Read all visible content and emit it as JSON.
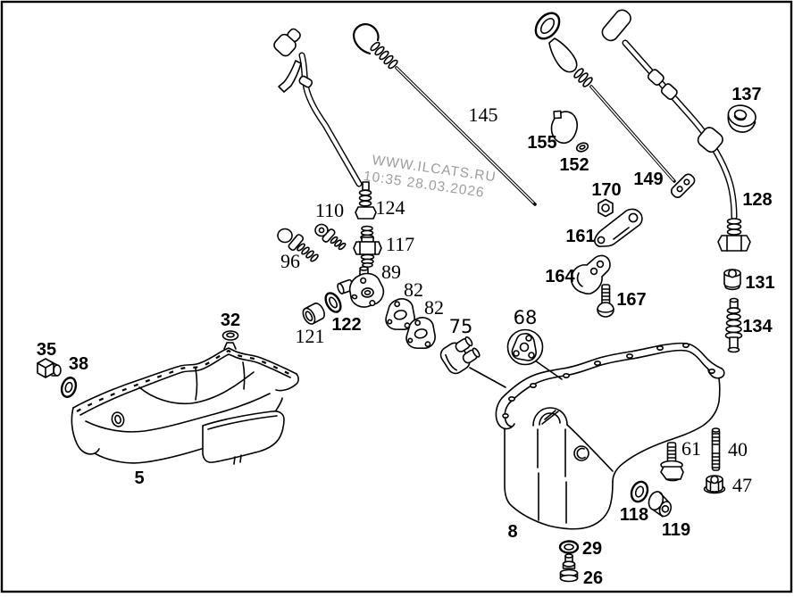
{
  "window": {
    "background": "#ffffff",
    "border_color": "#000000"
  },
  "watermark": {
    "line1": "WWW.ILCATS.RU",
    "line2": "10:35 28.03.2026",
    "color": "#9d9d9d"
  },
  "labels": [
    {
      "part": "145",
      "text": "145"
    },
    {
      "part": "110",
      "text": "110"
    },
    {
      "part": "124",
      "text": "124"
    },
    {
      "part": "117",
      "text": "117"
    },
    {
      "part": "96",
      "text": "96"
    },
    {
      "part": "89",
      "text": "89"
    },
    {
      "part": "82a",
      "text": "82"
    },
    {
      "part": "82b",
      "text": "82"
    },
    {
      "part": "121",
      "text": "121"
    },
    {
      "part": "61",
      "text": "61"
    },
    {
      "part": "40",
      "text": "40"
    },
    {
      "part": "47",
      "text": "47"
    },
    {
      "part": "68",
      "text": "68"
    },
    {
      "part": "75",
      "text": "75"
    },
    {
      "part": "137",
      "text": "137"
    },
    {
      "part": "155",
      "text": "155"
    },
    {
      "part": "152",
      "text": "152"
    },
    {
      "part": "149",
      "text": "149"
    },
    {
      "part": "170",
      "text": "170"
    },
    {
      "part": "128",
      "text": "128"
    },
    {
      "part": "161",
      "text": "161"
    },
    {
      "part": "164",
      "text": "164"
    },
    {
      "part": "167",
      "text": "167"
    },
    {
      "part": "131",
      "text": "131"
    },
    {
      "part": "134",
      "text": "134"
    },
    {
      "part": "122",
      "text": "122"
    },
    {
      "part": "32",
      "text": "32"
    },
    {
      "part": "35",
      "text": "35"
    },
    {
      "part": "38",
      "text": "38"
    },
    {
      "part": "5",
      "text": "5"
    },
    {
      "part": "8",
      "text": "8"
    },
    {
      "part": "118",
      "text": "118"
    },
    {
      "part": "119",
      "text": "119"
    },
    {
      "part": "29",
      "text": "29"
    },
    {
      "part": "26",
      "text": "26"
    }
  ]
}
